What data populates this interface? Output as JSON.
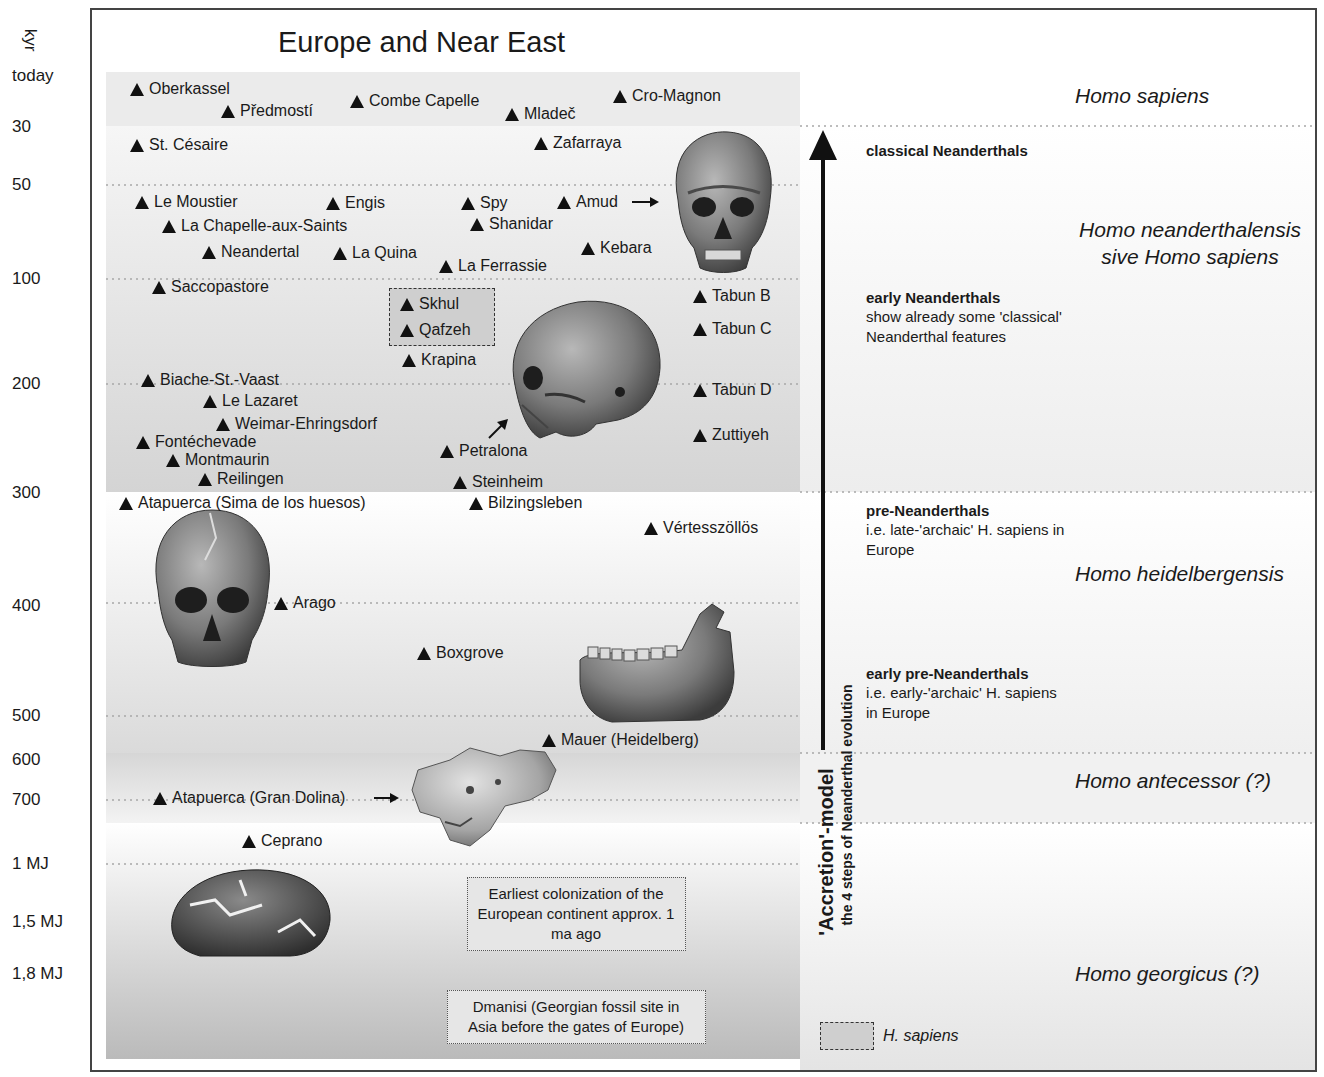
{
  "diagram": {
    "title": "Europe and Near East",
    "nodes": [
      {
        "text": [
          "Skhul",
          "Qafzeh"
        ]
      },
      {
        "text": [
          "Earliest colonization of the European continent approx. 1 ma ago"
        ]
      },
      {
        "text": [
          "Dmanisi (Georgian fossil site in Asia before the gates of Europe)"
        ]
      }
    ],
    "labels": [
      "kyr",
      "today",
      "30",
      "50",
      "100",
      "200",
      "300",
      "400",
      "500",
      "600",
      "700",
      "1 MJ",
      "1,5 MJ",
      "1,8 MJ",
      "Oberkassel",
      "Předmostí",
      "Combe Capelle",
      "Mladeč",
      "Cro-Magnon",
      "St. Césaire",
      "Zafarraya",
      "Le Moustier",
      "Engis",
      "Spy",
      "Amud",
      "La Chapelle-aux-Saints",
      "Shanidar",
      "Neandertal",
      "La Quina",
      "Kebara",
      "La Ferrassie",
      "Saccopastore",
      "Tabun B",
      "Tabun C",
      "Krapina",
      "Biache-St.-Vaast",
      "Le Lazaret",
      "Weimar-Ehringsdorf",
      "Fontéchevade",
      "Montmaurin",
      "Reilingen",
      "Tabun D",
      "Zuttiyeh",
      "Petralona",
      "Steinheim",
      "Atapuerca (Sima de los huesos)",
      "Bilzingsleben",
      "Vértesszöllös",
      "Arago",
      "Boxgrove",
      "Mauer (Heidelberg)",
      "Atapuerca (Gran Dolina)",
      "Ceprano",
      "Homo sapiens",
      "classical Neanderthals",
      "Homo neanderthalensis sive Homo sapiens",
      "early Neanderthals",
      "show already some 'classical' Neanderthal features",
      "pre-Neanderthals",
      "i.e. late-'archaic' H. sapiens in Europe",
      "Homo heidelbergensis",
      "early pre-Neanderthals",
      "i.e. early-'archaic' H. sapiens in Europe",
      "Homo antecessor (?)",
      "Homo georgicus (?)",
      "'Accretion'-model",
      "the 4 steps of Neanderthal evolution"
    ],
    "legend": [
      {
        "text": "H. sapiens",
        "color": "#cfcfcf"
      }
    ]
  }
}
